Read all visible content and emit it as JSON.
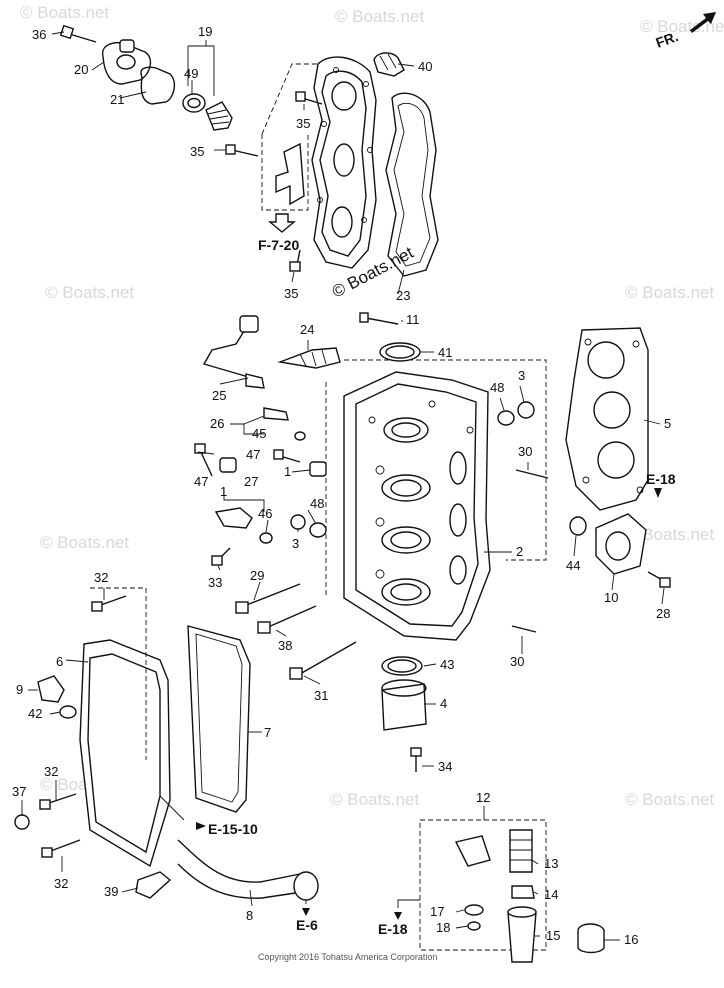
{
  "watermarks": [
    "© Boats.net",
    "© Boats.net",
    "© Boats.net",
    "© Boats.net",
    "© Boats.net",
    "© Boats.net",
    "© Boats.net",
    "© Boats.net",
    "© Boats.net",
    "© Boats.net"
  ],
  "watermark_center": "© Boats.net",
  "direction_label": "FR.",
  "copyright": "Copyright 2016 Tohatsu America Corporation",
  "cross_refs": {
    "f720": "F-7-20",
    "e18_right": "E-18",
    "e1510": "E-15-10",
    "e6": "E-6",
    "e18_bottom": "E-18"
  },
  "callouts": {
    "c1a": "1",
    "c1b": "1",
    "c2": "2",
    "c3a": "3",
    "c3b": "3",
    "c4": "4",
    "c5": "5",
    "c6": "6",
    "c7": "7",
    "c8": "8",
    "c9": "9",
    "c10": "10",
    "c11": "11",
    "c12": "12",
    "c13": "13",
    "c14": "14",
    "c15": "15",
    "c16": "16",
    "c17": "17",
    "c18": "18",
    "c19": "19",
    "c20": "20",
    "c21": "21",
    "c23": "23",
    "c24": "24",
    "c25": "25",
    "c26": "26",
    "c27": "27",
    "c28": "28",
    "c29": "29",
    "c30a": "30",
    "c30b": "30",
    "c31": "31",
    "c32a": "32",
    "c32b": "32",
    "c32c": "32",
    "c33": "33",
    "c34": "34",
    "c35a": "35",
    "c35b": "35",
    "c35c": "35",
    "c36": "36",
    "c37": "37",
    "c38": "38",
    "c39": "39",
    "c40": "40",
    "c41": "41",
    "c42": "42",
    "c43": "43",
    "c44": "44",
    "c45": "45",
    "c46": "46",
    "c47a": "47",
    "c47b": "47",
    "c48a": "48",
    "c48b": "48",
    "c49": "49"
  }
}
